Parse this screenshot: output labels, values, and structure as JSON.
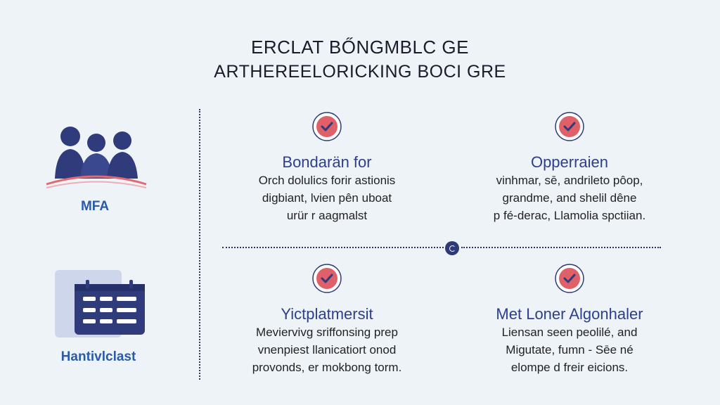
{
  "header": {
    "line1": "ERCLAT BŐNGMBLC GE",
    "line2": "ARTHEREELORICKING BOCI GRE"
  },
  "left": {
    "top_label": "MFA",
    "bottom_label": "Hantivlclast"
  },
  "cards": [
    {
      "title": "Bondarän for",
      "lines": [
        "Orch dolulics forir astionis",
        "digbiant, lvien pên uboat",
        "urür r aagmalst"
      ]
    },
    {
      "title": "Opperraien",
      "lines": [
        "vinhmar, sē, andrileto pôop,",
        "grandme, and shelil dêne",
        "p fé-derac, Llamolia spctiian."
      ]
    },
    {
      "title": "Yictplatmersit",
      "lines": [
        "Meviervivg sriffonsing prep",
        "vnenpiest llanicatiort onod",
        "provonds, er mokbong torm."
      ]
    },
    {
      "title": "Met Loner Algonhaler",
      "lines": [
        "Liensan seen peolilé, and",
        "Migutate, fumn - Sēe né",
        "elompe d freir eicions."
      ]
    }
  ],
  "colors": {
    "accent_blue": "#2c3f8c",
    "check_red": "#e0606a",
    "icon_navy": "#2f3b7a"
  }
}
